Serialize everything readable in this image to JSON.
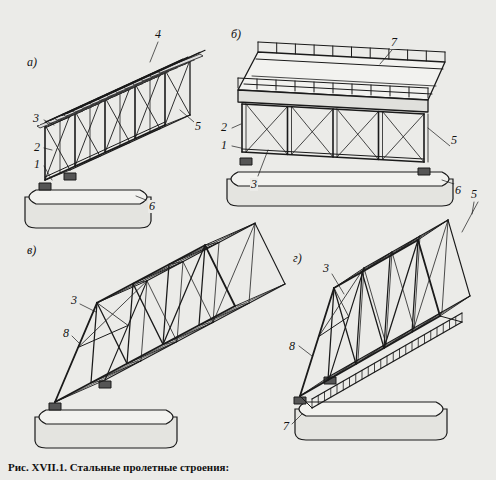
{
  "diagram": {
    "caption": "Рис. XVII.1. Стальные пролетные строения:",
    "labels": [
      "а)",
      "4",
      "3",
      "2",
      "1",
      "5",
      "6",
      "б)",
      "7",
      "2",
      "1",
      "3",
      "5",
      "6",
      "в)",
      "3",
      "8",
      "г)",
      "5",
      "3",
      "8",
      "7"
    ]
  }
}
